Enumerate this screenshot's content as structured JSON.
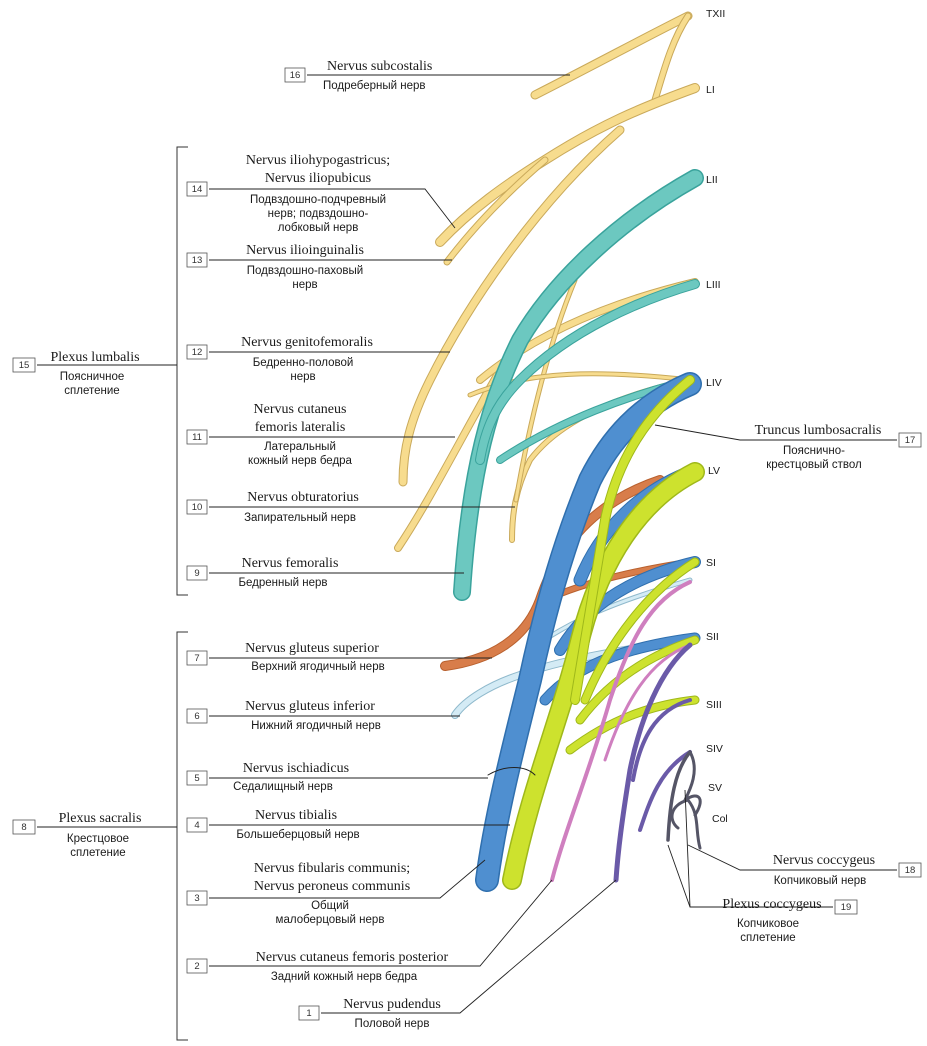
{
  "segments": {
    "t12": "TXII",
    "l1": "LI",
    "l2": "LII",
    "l3": "LIII",
    "l4": "LIV",
    "l5": "LV",
    "s1": "SI",
    "s2": "SII",
    "s3": "SIII",
    "s4": "SIV",
    "s5": "SV",
    "co": "Col"
  },
  "labels": {
    "subcostalis": {
      "num": "16",
      "latin": "Nervus subcostalis",
      "russian": "Подреберный нерв"
    },
    "iliohypogastricus": {
      "num": "14",
      "latin1": "Nervus iliohypogastricus;",
      "latin2": "Nervus iliopubicus",
      "russian1": "Подвздошно-подчревный",
      "russian2": "нерв; подвздошно-",
      "russian3": "лобковый нерв"
    },
    "ilioinguinalis": {
      "num": "13",
      "latin": "Nervus ilioinguinalis",
      "russian1": "Подвздошно-паховый",
      "russian2": "нерв"
    },
    "genitofemoralis": {
      "num": "12",
      "latin": "Nervus genitofemoralis",
      "russian1": "Бедренно-половой",
      "russian2": "нерв"
    },
    "cutaneus_lat": {
      "num": "11",
      "latin1": "Nervus cutaneus",
      "latin2": "femoris lateralis",
      "russian1": "Латеральный",
      "russian2": "кожный нерв бедра"
    },
    "obturatorius": {
      "num": "10",
      "latin": "Nervus obturatorius",
      "russian": "Запирательный нерв"
    },
    "femoralis": {
      "num": "9",
      "latin": "Nervus femoralis",
      "russian": "Бедренный нерв"
    },
    "plexus_lumbalis": {
      "num": "15",
      "latin": "Plexus lumbalis",
      "russian1": "Поясничное",
      "russian2": "сплетение"
    },
    "gluteus_sup": {
      "num": "7",
      "latin": "Nervus gluteus superior",
      "russian": "Верхний ягодичный нерв"
    },
    "gluteus_inf": {
      "num": "6",
      "latin": "Nervus gluteus inferior",
      "russian": "Нижний ягодичный нерв"
    },
    "ischiadicus": {
      "num": "5",
      "latin": "Nervus ischiadicus",
      "russian": "Седалищный нерв"
    },
    "tibialis": {
      "num": "4",
      "latin": "Nervus tibialis",
      "russian": "Большеберцовый нерв"
    },
    "fibularis": {
      "num": "3",
      "latin1": "Nervus fibularis communis;",
      "latin2": "Nervus peroneus communis",
      "russian1": "Общий",
      "russian2": "малоберцовый нерв"
    },
    "cutaneus_post": {
      "num": "2",
      "latin": "Nervus cutaneus femoris posterior",
      "russian": "Задний кожный нерв бедра"
    },
    "pudendus": {
      "num": "1",
      "latin": "Nervus pudendus",
      "russian": "Половой нерв"
    },
    "plexus_sacralis": {
      "num": "8",
      "latin": "Plexus sacralis",
      "russian1": "Крестцовое",
      "russian2": "сплетение"
    },
    "truncus": {
      "num": "17",
      "latin": "Truncus lumbosacralis",
      "russian1": "Пояснично-",
      "russian2": "крестцовый ствол"
    },
    "coccygeus": {
      "num": "18",
      "latin": "Nervus coccygeus",
      "russian": "Копчиковый нерв"
    },
    "plexus_coccygeus": {
      "num": "19",
      "latin": "Plexus coccygeus",
      "russian1": "Копчиковое",
      "russian2": "сплетение"
    }
  },
  "colors": {
    "lumbar_nerve": "#f7dc8e",
    "lumbar_outline": "#c9a95a",
    "femoral": "#6cc8c0",
    "sciatic_fibular": "#4f8fd0",
    "tibial": "#cde22e",
    "gluteus_superior": "#d87d4a",
    "gluteus_inferior": "#b9dcec",
    "cutaneus_posterior": "#cf7fbf",
    "pudendus": "#6a5aa8",
    "coccygeal": "#555566"
  }
}
